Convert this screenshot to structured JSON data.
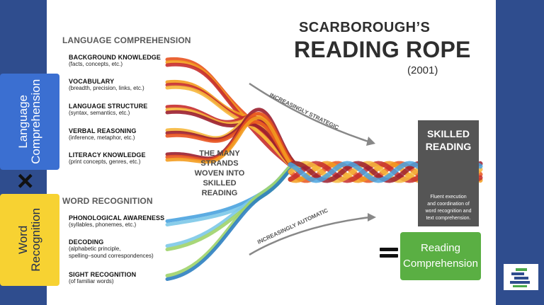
{
  "side": {
    "language_line1": "Language",
    "language_line2": "Comprehension",
    "word_line1": "Word",
    "word_line2": "Recognition",
    "times_symbol": "×"
  },
  "language_comprehension": {
    "header": "LANGUAGE COMPREHENSION",
    "items": [
      {
        "title": "BACKGROUND KNOWLEDGE",
        "sub": "(facts, concepts, etc.)"
      },
      {
        "title": "VOCABULARY",
        "sub": "(breadth, precision, links, etc.)"
      },
      {
        "title": "LANGUAGE STRUCTURE",
        "sub": "(syntax, semantics, etc.)"
      },
      {
        "title": "VERBAL REASONING",
        "sub": "(inference, metaphor, etc.)"
      },
      {
        "title": "LITERACY KNOWLEDGE",
        "sub": "(print concepts, genres, etc.)"
      }
    ]
  },
  "word_recognition": {
    "header": "WORD RECOGNITION",
    "items": [
      {
        "title": "PHONOLOGICAL AWARENESS",
        "sub": "(syllables, phonemes, etc.)"
      },
      {
        "title": "DECODING",
        "sub": "(alphabetic principle,",
        "sub2": "spelling–sound correspondences)"
      },
      {
        "title": "SIGHT RECOGNITION",
        "sub": "(of familiar words)"
      }
    ]
  },
  "title": {
    "line1": "SCARBOROUGH’S",
    "line2": "READING ROPE",
    "line3": "(2001)"
  },
  "strands_caption": [
    "THE MANY",
    "STRANDS",
    "WOVEN INTO",
    "SKILLED",
    "READING"
  ],
  "arrows": {
    "strategic": "INCREASINGLY STRATEGIC",
    "automatic": "INCREASINGLY AUTOMATIC"
  },
  "skilled_reading": {
    "title_line1": "SKILLED",
    "title_line2": "READING",
    "desc": [
      "Fluent execution",
      "and coordination of",
      "word recognition and",
      "text comprehension."
    ]
  },
  "equals_symbol": "=",
  "result": {
    "line1": "Reading",
    "line2": "Comprehension"
  },
  "colors": {
    "background": "#2f4d8e",
    "language_box": "#3b6fd1",
    "word_box": "#f7d232",
    "skilled_box": "#555555",
    "result_box": "#5aaf43",
    "strand_warm": [
      "#e8531f",
      "#f39c1f",
      "#c62d2d",
      "#f6b73c",
      "#9b1f2f"
    ],
    "strand_cool": [
      "#4aa3df",
      "#7cc8e8",
      "#9ed36a",
      "#2e7fc1"
    ]
  }
}
